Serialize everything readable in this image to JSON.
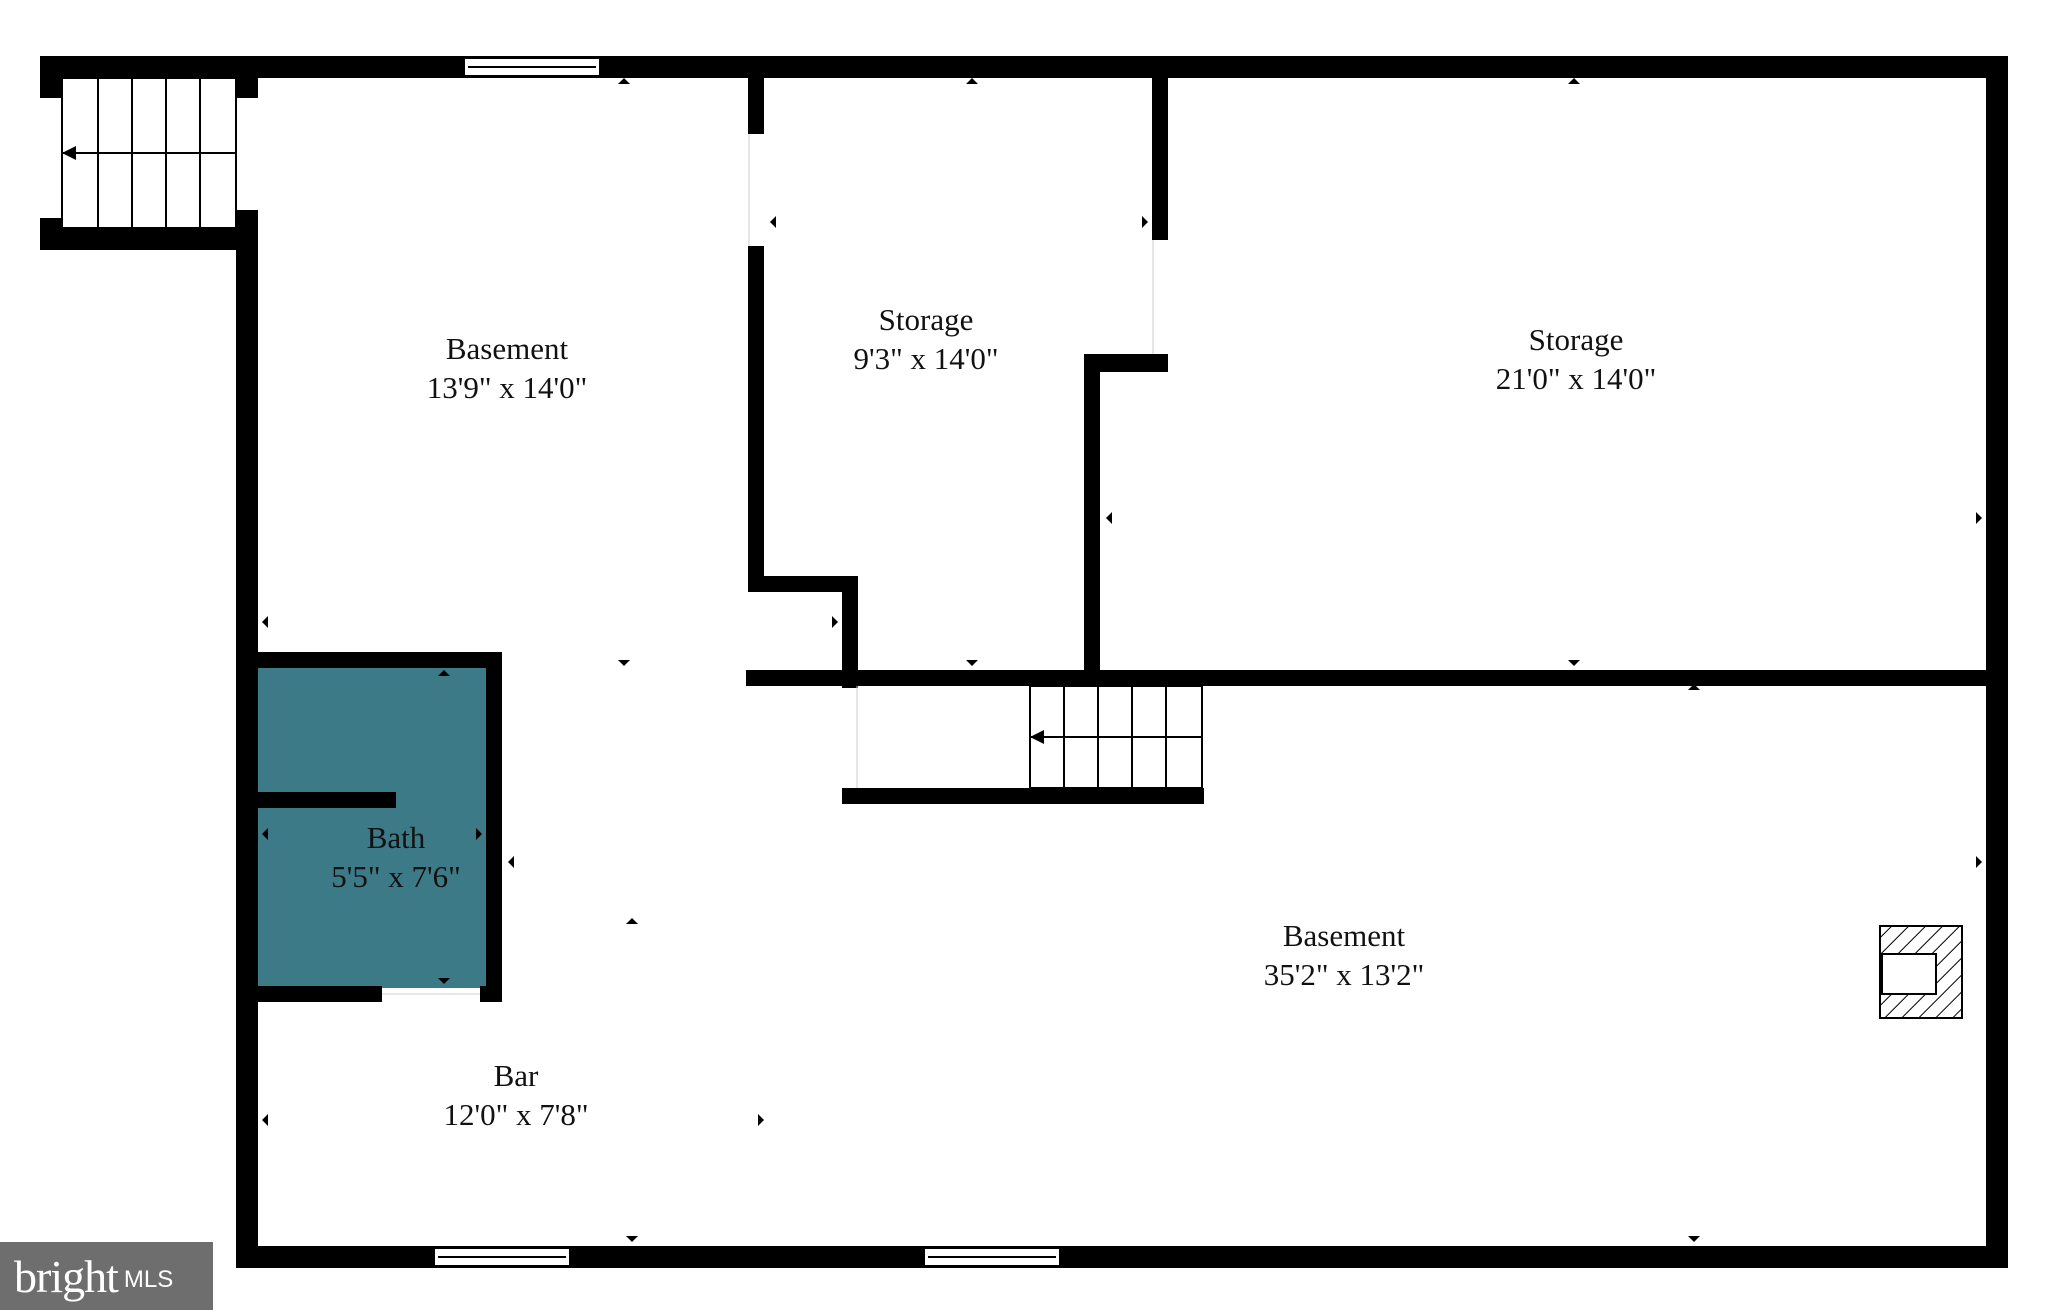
{
  "colors": {
    "wall": "#000000",
    "bath_fill": "#3b7a86",
    "background": "#ffffff",
    "watermark_bg": "#6e6e6e"
  },
  "rooms": {
    "basement_top": {
      "name": "Basement",
      "dims": "13'9\" x 14'0\""
    },
    "storage_small": {
      "name": "Storage",
      "dims": "9'3\" x 14'0\""
    },
    "storage_large": {
      "name": "Storage",
      "dims": "21'0\" x 14'0\""
    },
    "bath": {
      "name": "Bath",
      "dims": "5'5\" x 7'6\""
    },
    "basement_main": {
      "name": "Basement",
      "dims": "35'2\" x 13'2\""
    },
    "bar": {
      "name": "Bar",
      "dims": "12'0\" x 7'8\""
    }
  },
  "watermark": {
    "brand": "bright",
    "suffix": "MLS"
  },
  "icons": [
    "stairs-icon",
    "fireplace-icon",
    "window-icon",
    "door-marker-icon"
  ]
}
